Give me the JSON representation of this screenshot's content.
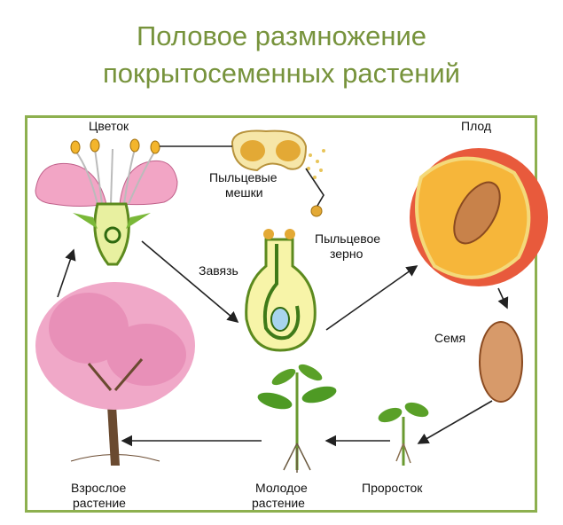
{
  "title": {
    "line1": "Половое  размножение",
    "line2": "покрытосеменных  растений"
  },
  "labels": {
    "flower": "Цветок",
    "pollen_sacs_1": "Пыльцевые",
    "pollen_sacs_2": "мешки",
    "pollen_grain_1": "Пыльцевое",
    "pollen_grain_2": "зерно",
    "ovary": "Завязь",
    "fruit": "Плод",
    "seed": "Семя",
    "sprout": "Проросток",
    "young_plant_1": "Молодое",
    "young_plant_2": "растение",
    "adult_plant_1": "Взрослое",
    "adult_plant_2": "растение"
  },
  "colors": {
    "title": "#77933c",
    "frame": "#8db04f"
  }
}
